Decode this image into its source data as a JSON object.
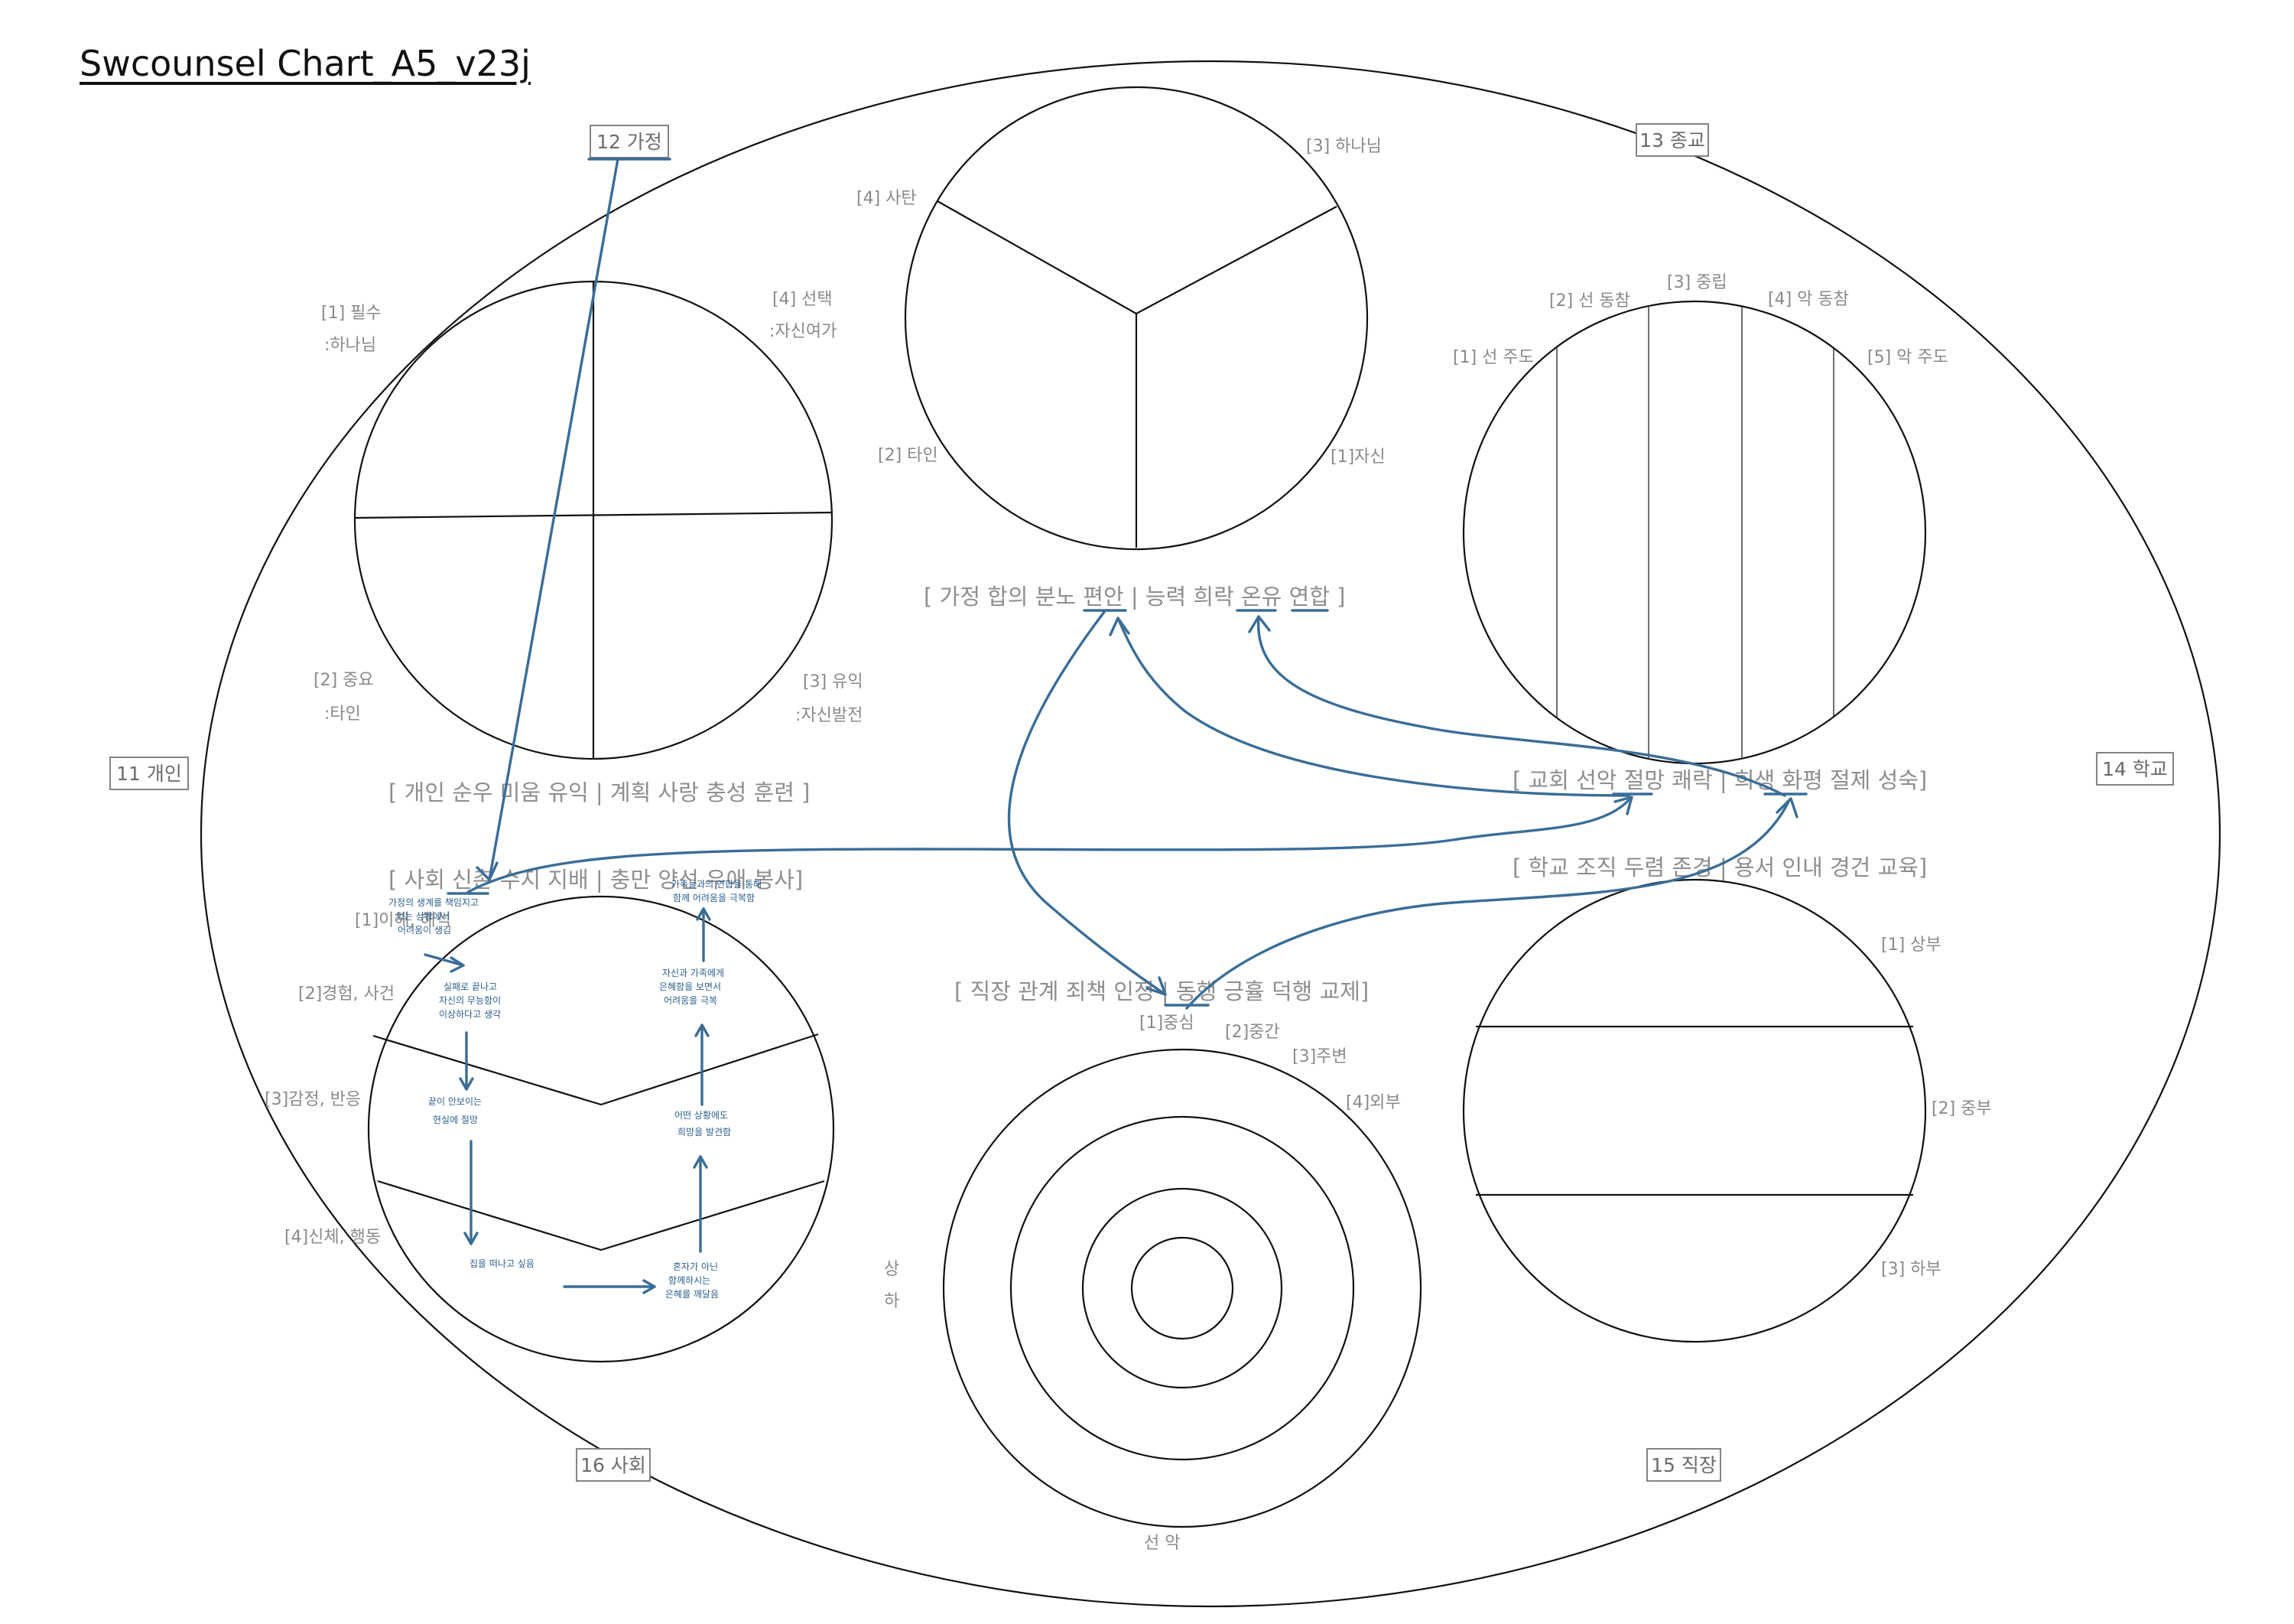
{
  "title": "Swcounsel Chart_A5_v23j",
  "regions": {
    "r11": "11 개인",
    "r12": "12 가정",
    "r13": "13 종교",
    "r14": "14 학교",
    "r15": "15 직장",
    "r16": "16 사회"
  },
  "personal_circle": {
    "q1a": "[1] 필수",
    "q1b": ":하나님",
    "q4a": "[4] 선택",
    "q4b": ":자신여가",
    "q2a": "[2] 중요",
    "q2b": ":타인",
    "q3a": "[3] 유익",
    "q3b": ":자신발전"
  },
  "family_circle": {
    "god": "[3] 하나님",
    "satan": "[4] 사탄",
    "other": "[2] 타인",
    "self": "[1]자신"
  },
  "religion_circle": {
    "c1": "[1] 선 주도",
    "c2": "[2] 선 동참",
    "c3": "[3] 중립",
    "c4": "[4] 악 동참",
    "c5": "[5] 악 주도"
  },
  "school_circle": {
    "top": "[1] 상부",
    "mid": "[2] 중부",
    "bot": "[3] 하부"
  },
  "work_circle": {
    "center": "[1]중심",
    "middle": "[2]중간",
    "around": "[3]주변",
    "outer": "[4]외부",
    "up": "상",
    "down": "하",
    "bottom": "선 악"
  },
  "society_circle": {
    "understand": "[1]이해, 해석",
    "experience": "[2]경험, 사건",
    "emotion": "[3]감정, 반응",
    "body": "[4]신체, 행동"
  },
  "sentences": {
    "family": "[ 가정 합의 분노 편안 | 능력 희락 온유 연합 ]",
    "personal": "[ 개인 순우 미움 유익 | 계획 사랑 충성 훈련 ]",
    "society": "[ 사회 신촌 수지 지배 | 충만 양선 우애 봉사]",
    "church": "[ 교회 선악 절망 쾌락 | 희생 화평 절제 성숙]",
    "school": "[ 학교 조직 두렴 존경 | 용서 인내 경건 교육]",
    "work": "[ 직장 관계 죄책 인정 | 동행 긍휼 덕행 교제]"
  },
  "handwritten_notes": {
    "n1": [
      "가정의 생계를 책임지고",
      "있는 상황에서",
      "어려움이 생김"
    ],
    "n2": [
      "실패로 끝나고",
      "자신의 무능함이",
      "이상하다고 생각"
    ],
    "n3": [
      "끝이 안보이는",
      "현실에 절망"
    ],
    "n4": [
      "집을 떠나고 싶음"
    ],
    "n5": [
      "혼자가 아닌",
      "함께하시는",
      "은혜를 깨달음"
    ],
    "n6": [
      "어떤 상황에도",
      "희망을 발견함"
    ],
    "n7": [
      "자신과 가족에게",
      "은혜함을 보면서",
      "어려움을 극복"
    ],
    "n8": [
      "가족들과의 연합을 통해",
      "함께 어려움을 극복함"
    ]
  }
}
